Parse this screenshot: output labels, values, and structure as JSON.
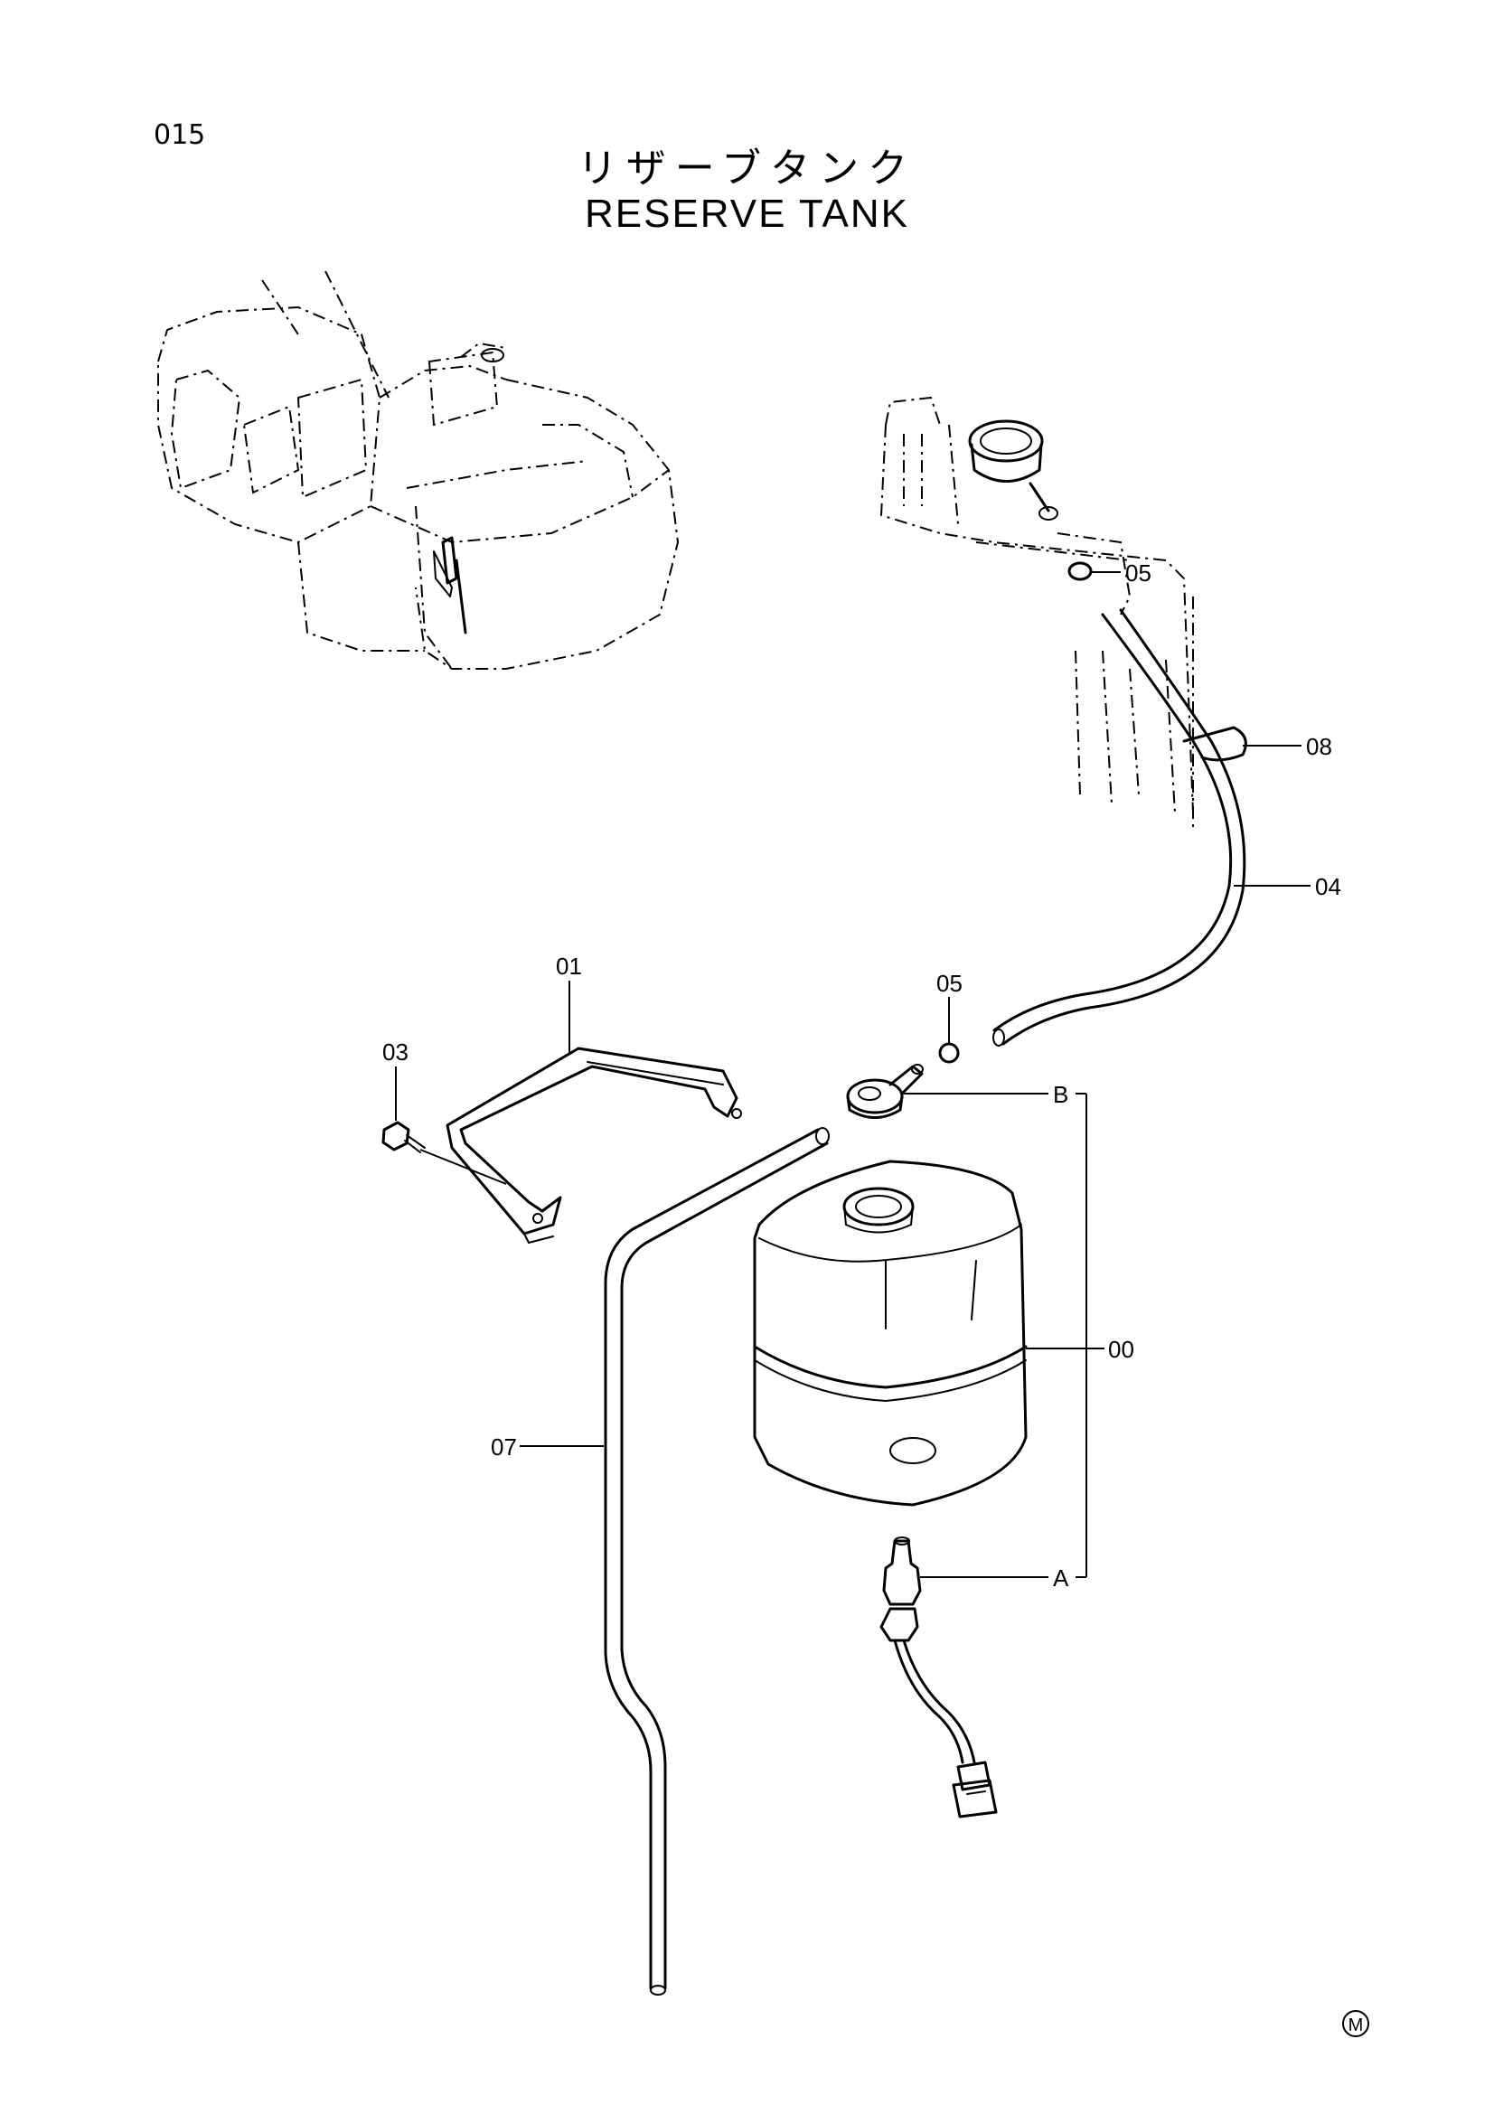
{
  "page": {
    "number": "015",
    "title_jp": "リザーブタンク",
    "title_en": "RESERVE TANK",
    "mark": "M"
  },
  "callouts": {
    "c00": "00",
    "c01": "01",
    "c03": "03",
    "c04": "04",
    "c05_top": "05",
    "c05_mid": "05",
    "c07": "07",
    "c08": "08",
    "cA": "A",
    "cB": "B"
  }
}
